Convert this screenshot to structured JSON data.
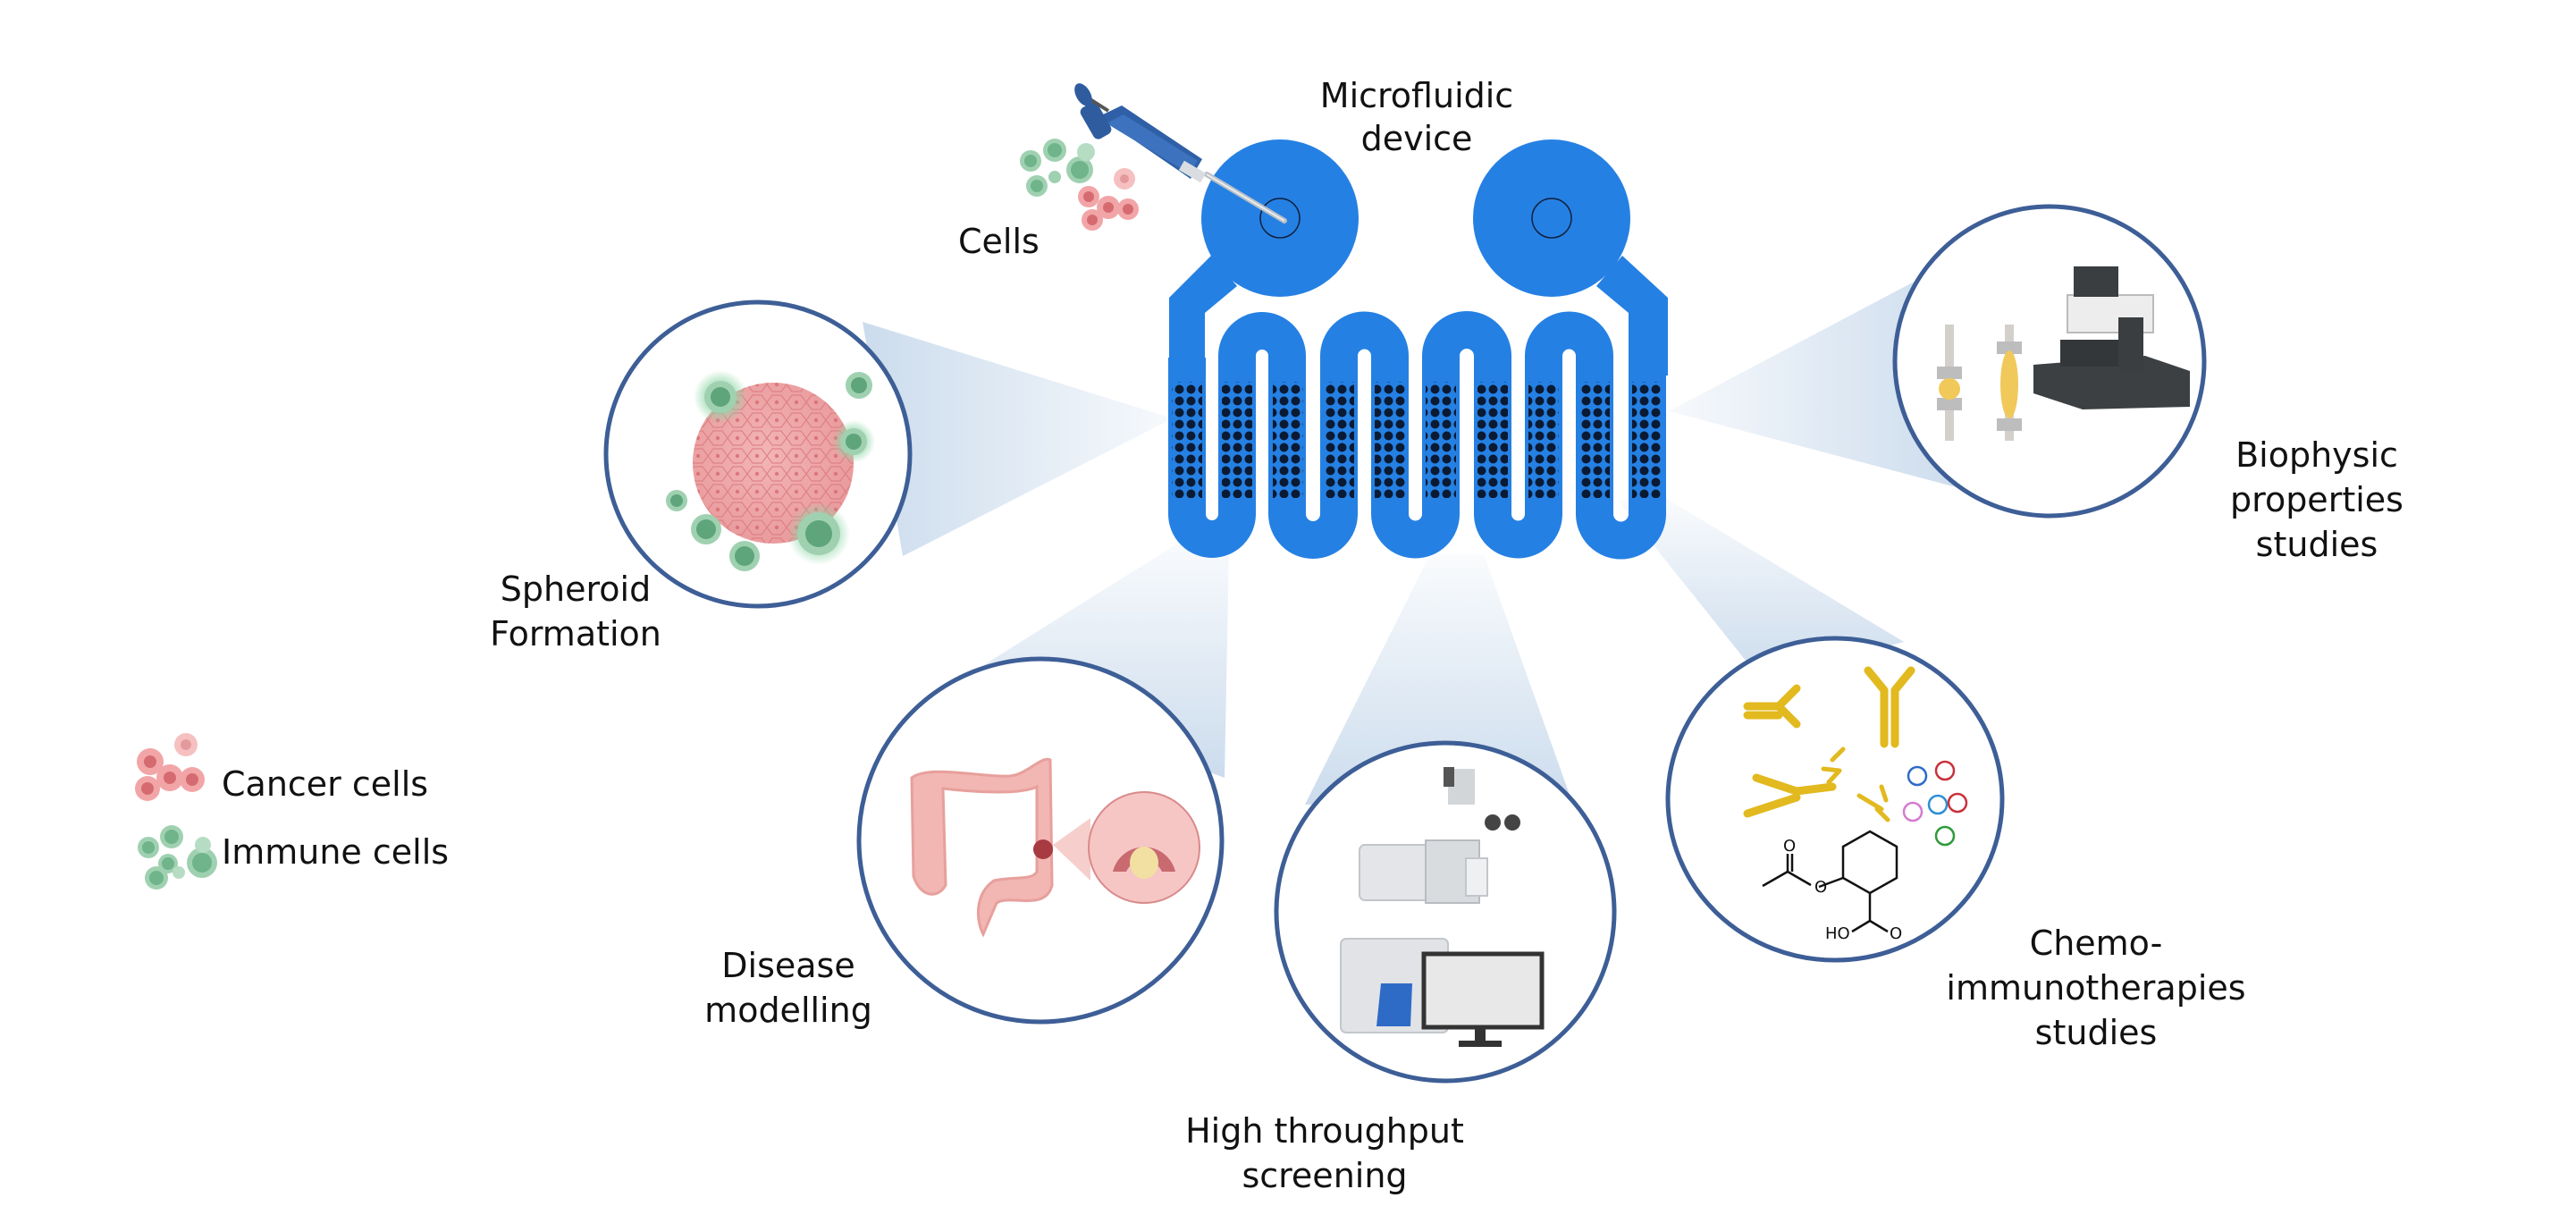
{
  "title": "Microfluidic device applications",
  "device": {
    "label_line1": "Microfluidic",
    "label_line2": "device"
  },
  "cells_label": "Cells",
  "applications": [
    {
      "id": "spheroid",
      "lines": [
        "Spheroid",
        "Formation"
      ]
    },
    {
      "id": "disease",
      "lines": [
        "Disease",
        "modelling"
      ]
    },
    {
      "id": "hts",
      "lines": [
        "High throughput",
        "screening"
      ]
    },
    {
      "id": "chemo",
      "lines": [
        "Chemo-",
        "immunotherapies",
        "studies"
      ]
    },
    {
      "id": "biophysic",
      "lines": [
        "Biophysic",
        "properties",
        "studies"
      ]
    }
  ],
  "chemical": {
    "ho": "HO",
    "o1": "O",
    "o2": "O",
    "o3": "O"
  },
  "legend": [
    {
      "label": "Cancer cells",
      "color": "#E8898C"
    },
    {
      "label": "Immune cells",
      "color": "#6FB48A"
    }
  ],
  "colors": {
    "device": "#2580E3",
    "pillars": "#0B1A33",
    "ring": "#3D5E96",
    "cone": "#C9DAEC",
    "cancer": "#F2A5A7",
    "immune": "#7CBF96"
  }
}
